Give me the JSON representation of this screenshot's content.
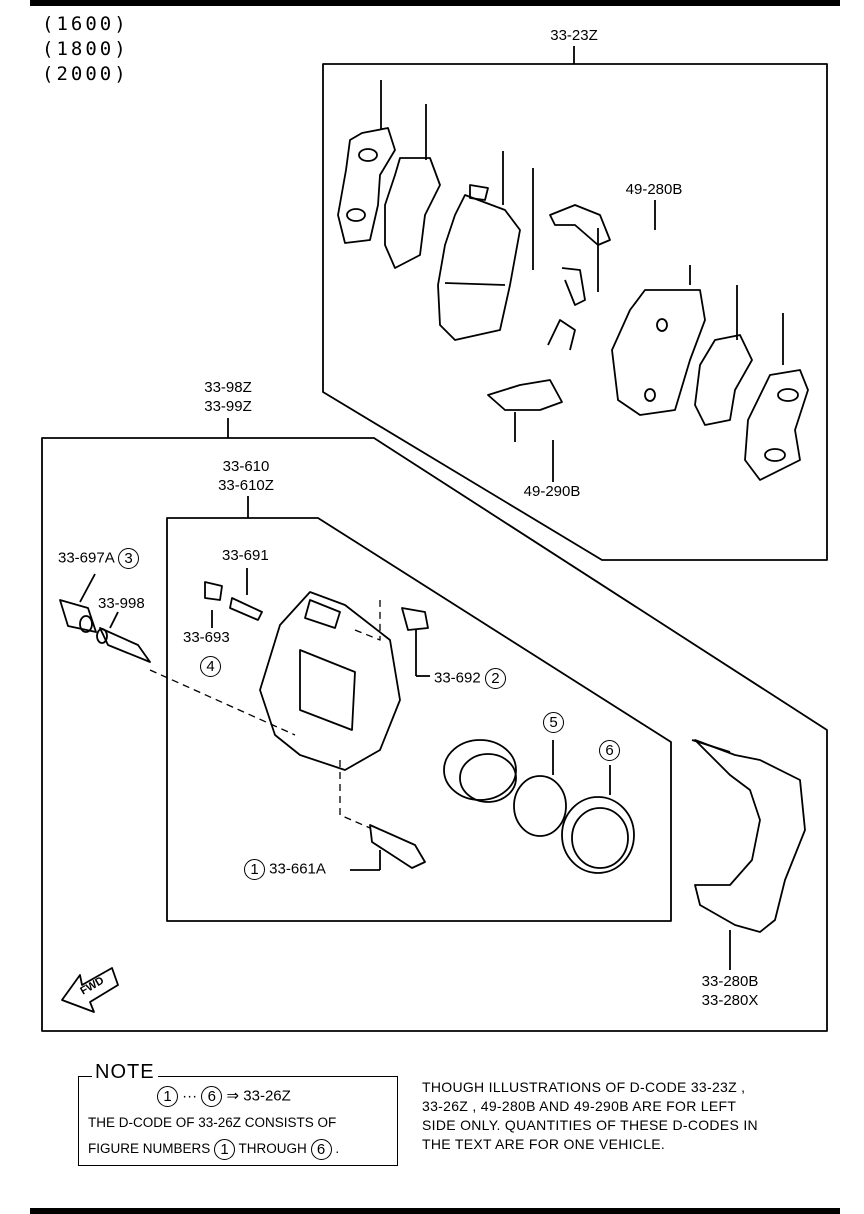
{
  "engines": [
    "(1600)",
    "(1800)",
    "(2000)"
  ],
  "labels": {
    "kit_pad": "33-23Z",
    "shim_set_a": "49-280B",
    "shim_set_b": "49-290B",
    "caliper_assy_1": "33-98Z",
    "caliper_assy_2": "33-99Z",
    "caliper_body_1": "33-610",
    "caliper_body_2": "33-610Z",
    "pin_boot": "33-697A",
    "pin_boot_ref": "3",
    "guide_pin": "33-998",
    "bleeder": "33-691",
    "bleeder_cap": "33-693",
    "bleeder_cap_ref": "4",
    "bushing": "33-692",
    "bushing_ref": "2",
    "piston_seal_ref": "5",
    "dust_boot_ref": "6",
    "bolt": "33-661A",
    "bolt_ref": "1",
    "mount_1": "33-280B",
    "mount_2": "33-280X",
    "fwd": "FWD"
  },
  "note": {
    "title": "NOTE",
    "range_from": "1",
    "range_dots": "···",
    "range_to": "6",
    "arrow": "⇒",
    "range_code": "33-26Z",
    "line2": "THE D-CODE OF   33-26Z CONSISTS OF",
    "line3_pre": "FIGURE NUMBERS",
    "line3_n1": "1",
    "line3_mid": "THROUGH",
    "line3_n2": "6",
    "line3_end": "."
  },
  "disclaimer": [
    "THOUGH  ILLUSTRATIONS  OF  D-CODE  33-23Z  ,",
    " 33-26Z  , 49-280B AND 49-290B ARE  FOR  LEFT",
    "SIDE  ONLY.  QUANTITIES  OF  THESE  D-CODES  IN",
    "THE  TEXT  ARE  FOR  ONE  VEHICLE."
  ]
}
